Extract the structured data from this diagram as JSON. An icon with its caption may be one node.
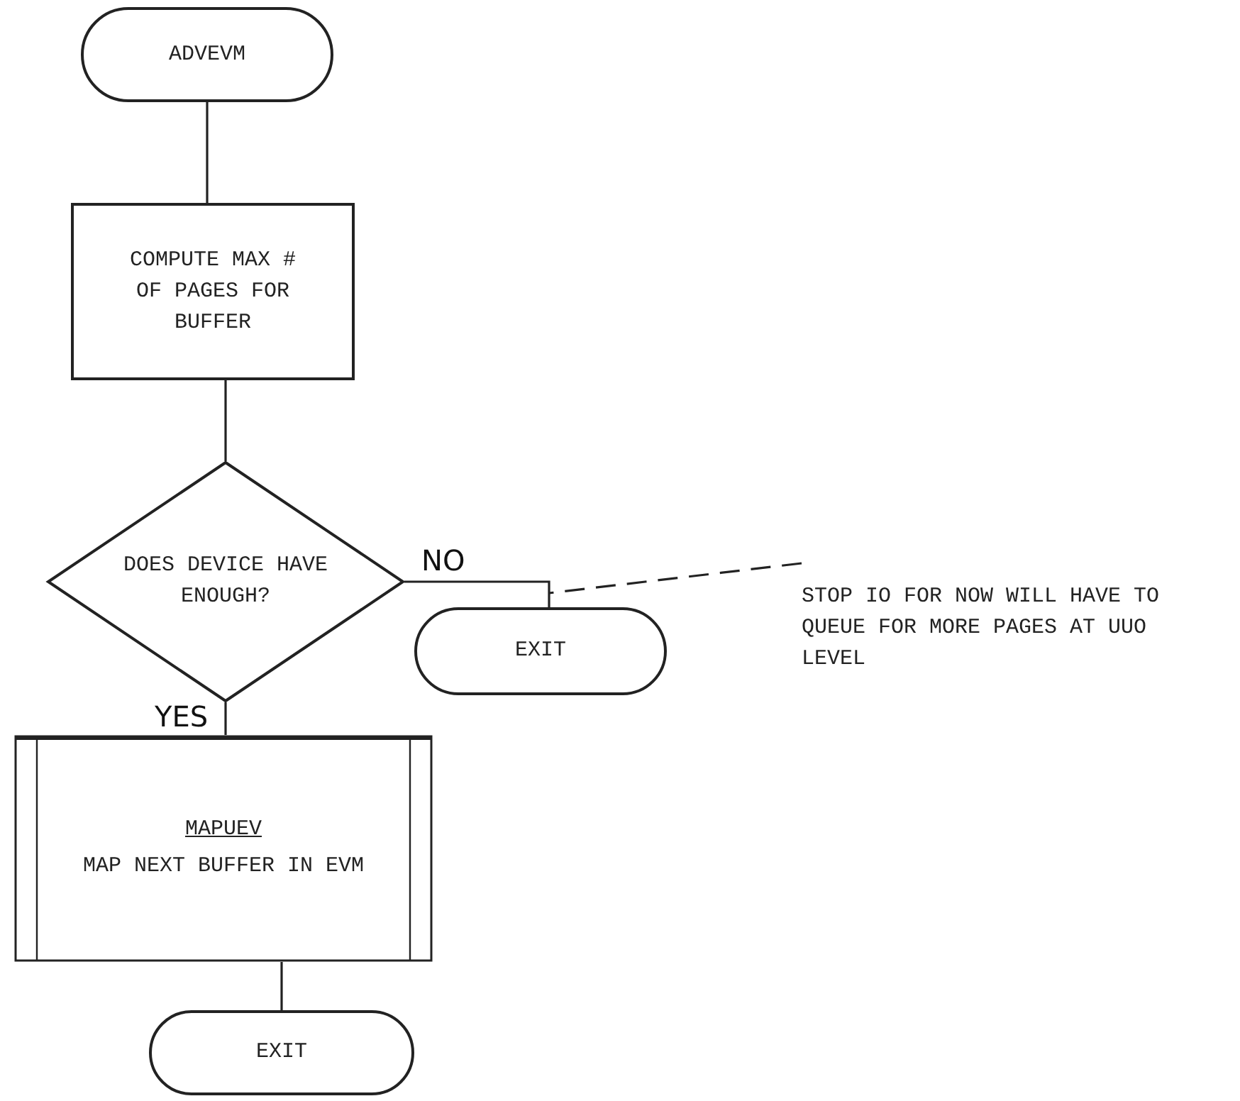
{
  "diagram": {
    "nodes": [
      {
        "text": [
          "ADVEVM"
        ]
      },
      {
        "text": [
          "COMPUTE MAX # OF PAGES FOR BUFFER"
        ]
      },
      {
        "text": [
          "DOES DEVICE HAVE ENOUGH?"
        ]
      },
      {
        "text": [
          "EXIT"
        ]
      },
      {
        "text": [
          "STOP IO FOR NOW WILL HAVE TO QUEUE FOR MORE PAGES AT UUO LEVEL"
        ]
      },
      {
        "text": [
          "MAPUEV",
          "MAP NEXT BUFFER IN EVM"
        ]
      },
      {
        "text": [
          "EXIT"
        ]
      }
    ],
    "edges": [
      {
        "from": 0,
        "to": 1,
        "arrow": "none"
      },
      {
        "from": 1,
        "to": 2,
        "arrow": "none"
      },
      {
        "from": 2,
        "to": 3,
        "arrow": "none",
        "label": "NO"
      },
      {
        "from": 4,
        "to": 3,
        "arrow": "none",
        "style": "dashed"
      },
      {
        "from": 2,
        "to": 5,
        "arrow": "none",
        "label": "YES"
      },
      {
        "from": 5,
        "to": 6,
        "arrow": "none"
      }
    ]
  }
}
